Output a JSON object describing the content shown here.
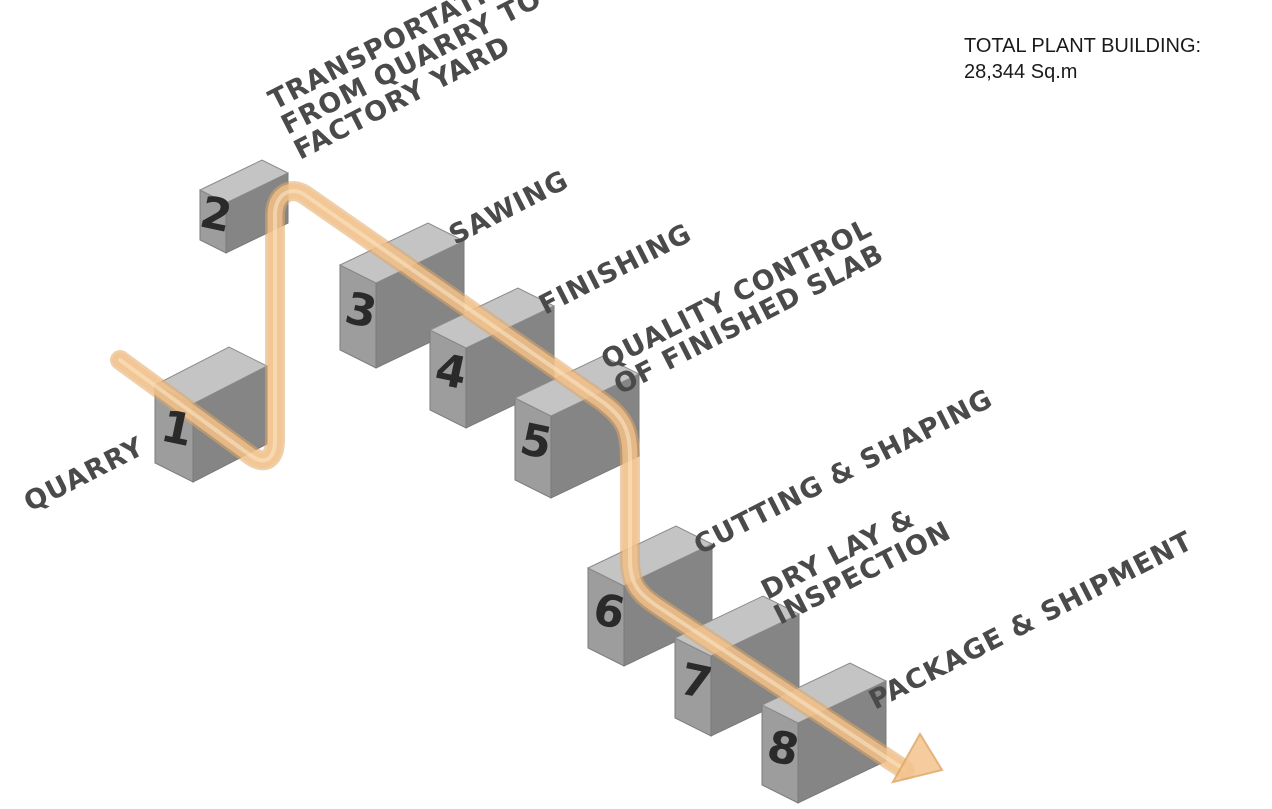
{
  "total": {
    "line1": "TOTAL PLANT BUILDING:",
    "line2": "28,344 Sq.m"
  },
  "steps": [
    {
      "number": "1",
      "label_lines": [
        "QUARRY"
      ]
    },
    {
      "number": "2",
      "label_lines": [
        "TRANSPORTATION",
        "FROM QUARRY TO",
        "FACTORY YARD"
      ]
    },
    {
      "number": "3",
      "label_lines": [
        "SAWING"
      ]
    },
    {
      "number": "4",
      "label_lines": [
        "FINISHING"
      ]
    },
    {
      "number": "5",
      "label_lines": [
        "QUALITY CONTROL",
        "OF FINISHED SLAB"
      ]
    },
    {
      "number": "6",
      "label_lines": [
        "CUTTING & SHAPING"
      ]
    },
    {
      "number": "7",
      "label_lines": [
        "DRY LAY &",
        "INSPECTION"
      ]
    },
    {
      "number": "8",
      "label_lines": [
        "PACKAGE & SHIPMENT"
      ]
    }
  ],
  "colors": {
    "block_front": "#9d9d9d",
    "block_top": "#c4c4c4",
    "block_side": "#858585",
    "flow": "#f3c48e",
    "flow_edge": "#e2a565",
    "label": "#4a4a4a"
  }
}
